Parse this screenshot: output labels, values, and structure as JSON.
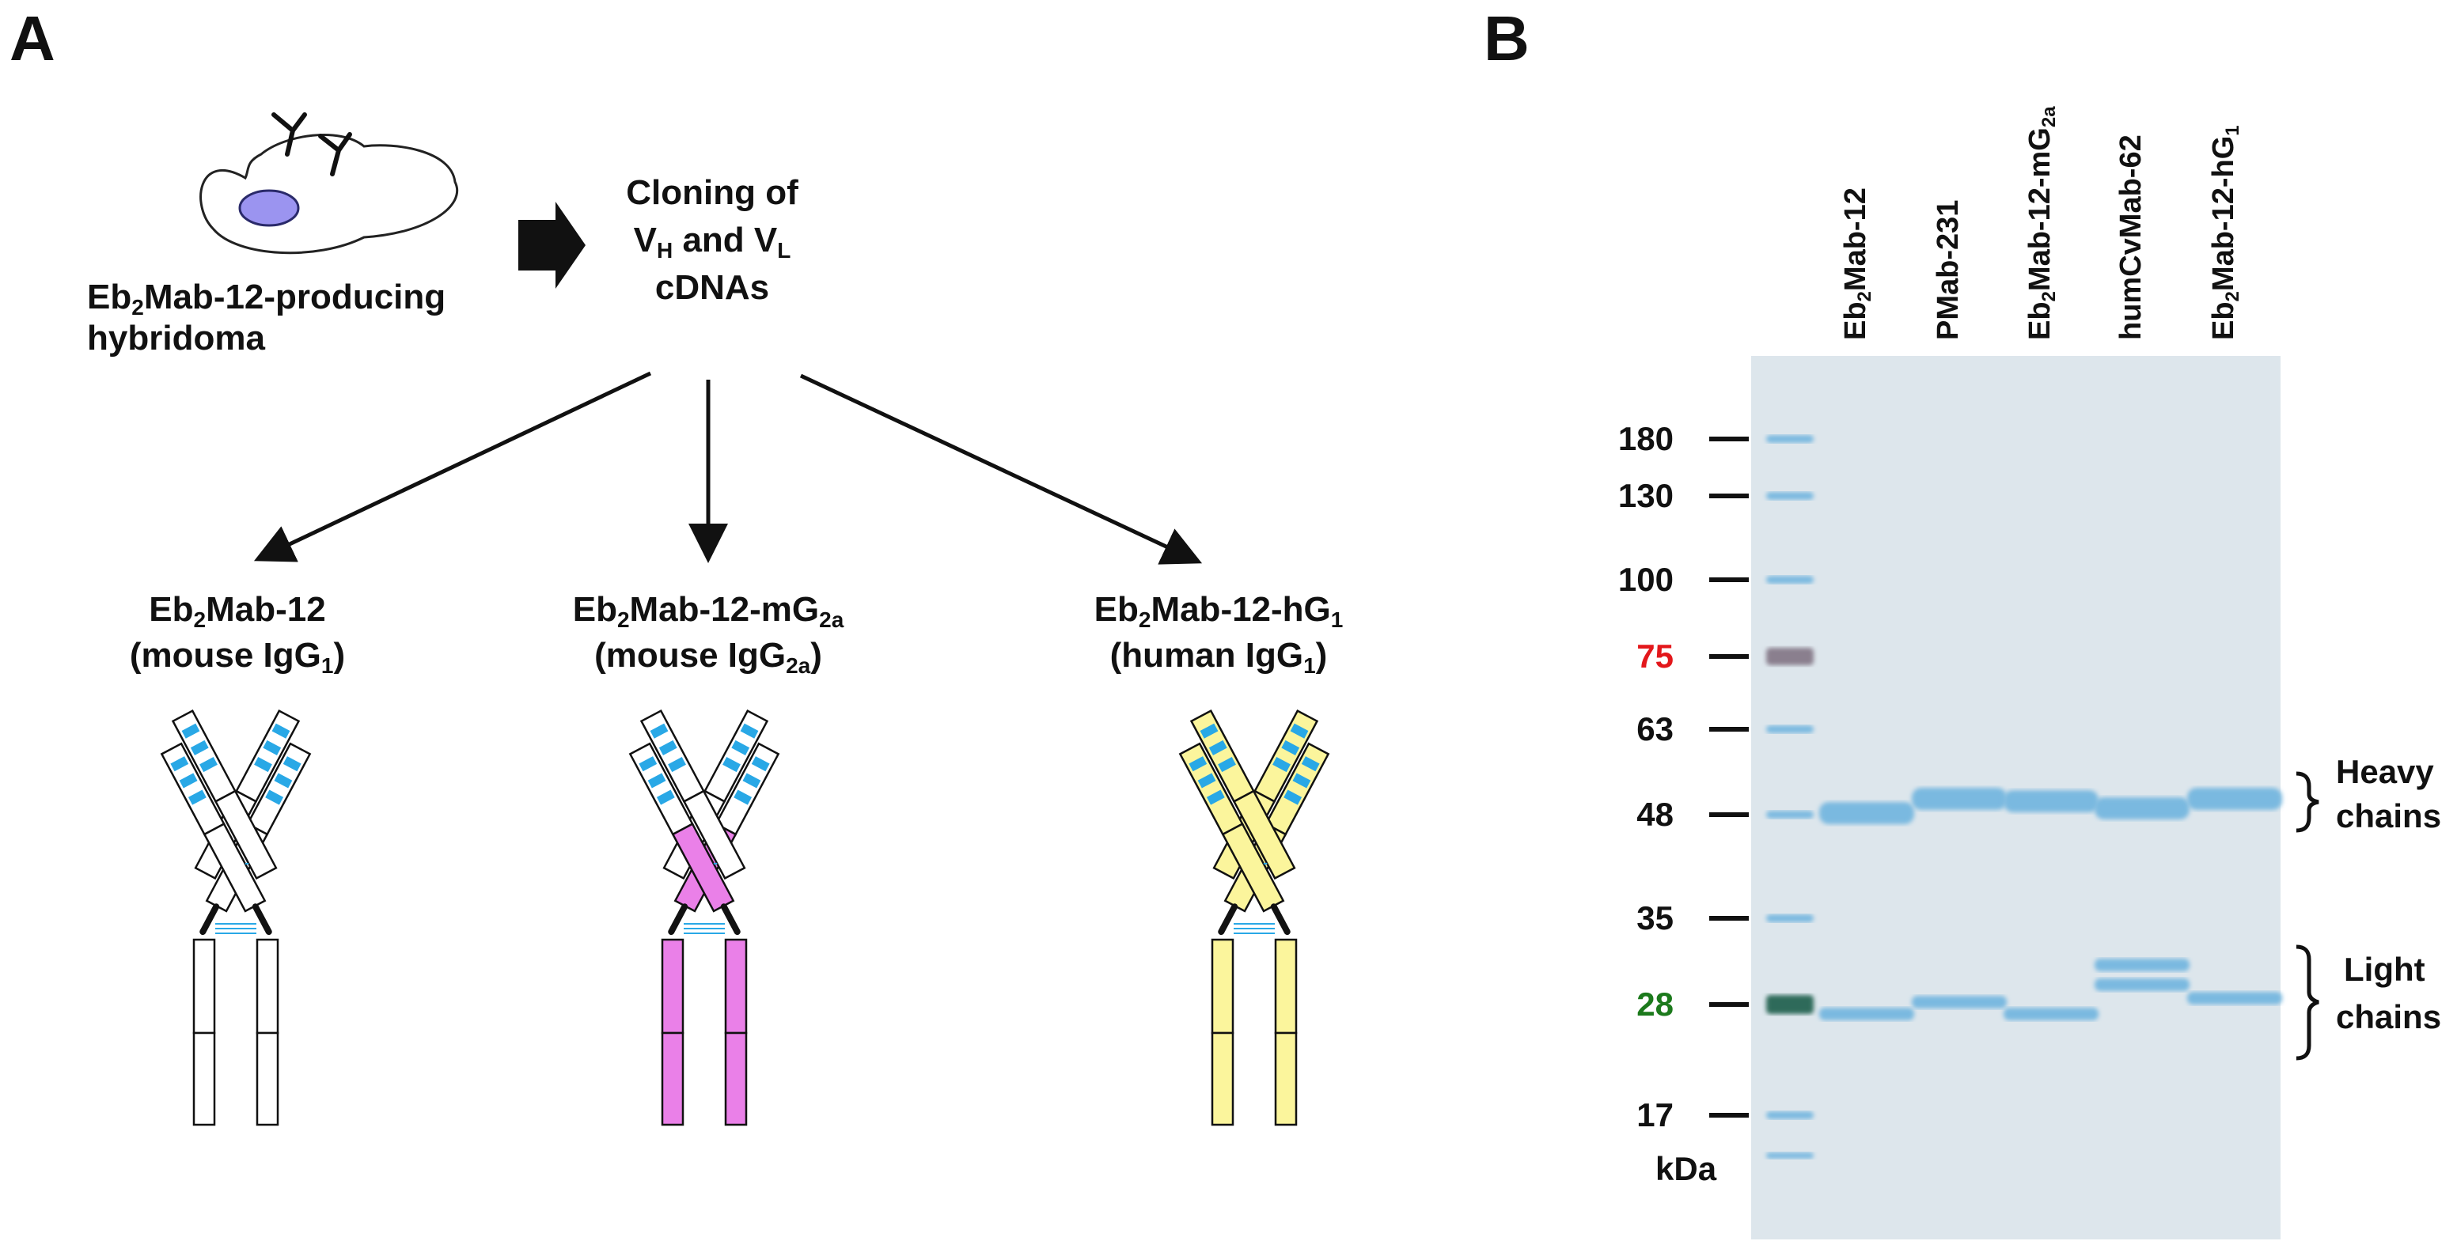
{
  "panel_a": {
    "letter": "A",
    "hybridoma_label": {
      "line1_pre": "Eb",
      "line1_sub": "2",
      "line1_post": "Mab-12-producing",
      "line2": "hybridoma"
    },
    "cloning_label": {
      "line1": "Cloning of",
      "line2_v1": "V",
      "line2_sub1": "H",
      "line2_mid": " and V",
      "line2_sub2": "L",
      "line3": "cDNAs"
    },
    "antibodies": [
      {
        "id": "mg1",
        "name_pre": "Eb",
        "name_sub": "2",
        "name_post": "Mab-12",
        "name_sub2": "",
        "name_post2": "",
        "iso_pre": "(mouse IgG",
        "iso_sub": "1",
        "iso_post": ")",
        "constant_color": "#ffffff",
        "variable_color": "#ffffff"
      },
      {
        "id": "mg2a",
        "name_pre": "Eb",
        "name_sub": "2",
        "name_post": "Mab-12-mG",
        "name_sub2": "2a",
        "name_post2": "",
        "iso_pre": "(mouse IgG",
        "iso_sub": "2a",
        "iso_post": ")",
        "constant_color": "#ea80e8",
        "variable_color": "#ffffff"
      },
      {
        "id": "hg1",
        "name_pre": "Eb",
        "name_sub": "2",
        "name_post": "Mab-12-hG",
        "name_sub2": "1",
        "name_post2": "",
        "iso_pre": "(human IgG",
        "iso_sub": "1",
        "iso_post": ")",
        "constant_color": "#fbf59c",
        "variable_color": "#fbf59c"
      }
    ],
    "cdr_color": "#29a8e6"
  },
  "panel_b": {
    "letter": "B",
    "lanes": [
      {
        "pre": "Eb",
        "sub": "2",
        "post": "Mab-12"
      },
      {
        "pre": "PMab-231",
        "sub": "",
        "post": ""
      },
      {
        "pre": "Eb",
        "sub": "2",
        "post": "Mab-12-mG",
        "sub2": "2a"
      },
      {
        "pre": "humCvMab-62",
        "sub": "",
        "post": ""
      },
      {
        "pre": "Eb",
        "sub": "2",
        "post": "Mab-12-hG",
        "sub2": "1"
      }
    ],
    "markers": [
      {
        "label": "180",
        "kda": 180,
        "color": "#111111"
      },
      {
        "label": "130",
        "kda": 130,
        "color": "#111111"
      },
      {
        "label": "100",
        "kda": 100,
        "color": "#111111"
      },
      {
        "label": "75",
        "kda": 75,
        "color": "#e3171b"
      },
      {
        "label": "63",
        "kda": 63,
        "color": "#111111"
      },
      {
        "label": "48",
        "kda": 48,
        "color": "#111111"
      },
      {
        "label": "35",
        "kda": 35,
        "color": "#111111"
      },
      {
        "label": "28",
        "kda": 28,
        "color": "#1c7a1c"
      },
      {
        "label": "17",
        "kda": 17,
        "color": "#111111"
      }
    ],
    "unit_label": "kDa",
    "heavy_label": [
      "Heavy",
      "chains"
    ],
    "light_label": [
      "Light",
      "chains"
    ],
    "gel_color": "#dde6ec",
    "band_color": "#7ab9e0"
  }
}
